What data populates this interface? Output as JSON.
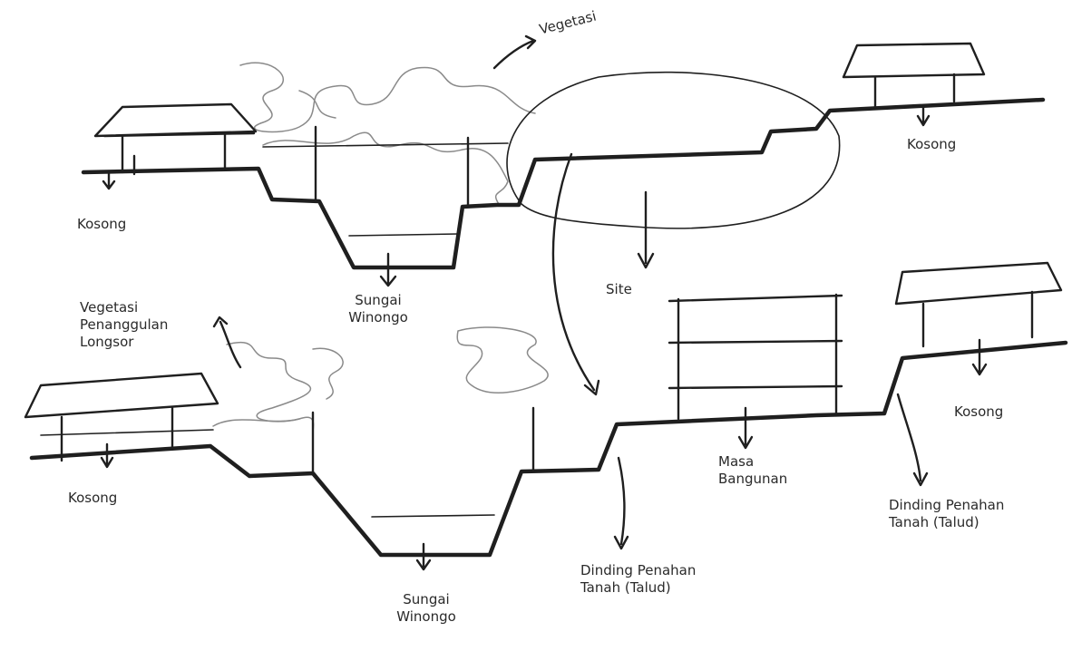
{
  "labels": {
    "vegetasi_top": "Vegetasi",
    "kosong_top_left": "Kosong",
    "kosong_top_right": "Kosong",
    "sungai_top": "Sungai Winongo",
    "site": "Site",
    "vegetasi_bottom": "Vegetasi Penanggulan Longsor",
    "kosong_bottom_left": "Kosong",
    "kosong_bottom_right": "Kosong",
    "massa_bangunan": "Masa Bangunan",
    "sungai_bottom": "Sungai Winongo",
    "dinding_mid": "Dinding Penahan Tanah (Talud)",
    "dinding_right": "Dinding Penahan Tanah (Talud)"
  },
  "icons": {
    "arrow": "arrow-icon",
    "house": "house-icon",
    "vegetation": "vegetation-icon"
  }
}
